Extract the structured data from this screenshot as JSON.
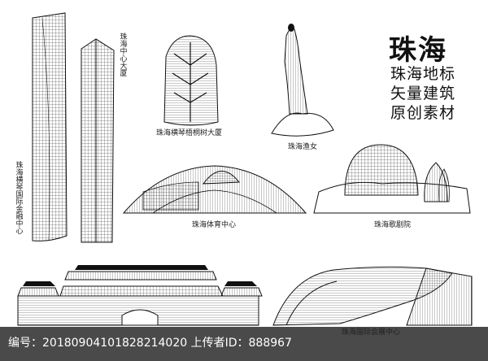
{
  "title": "珠海",
  "subtitle_lines": [
    "珠海地标",
    "矢量建筑",
    "原创素材"
  ],
  "labels": {
    "center_tower": "珠海中心大厦",
    "hengqin_tower": "珠海横琴国际金融中心",
    "wutong_building": "珠海横琴梧桐树大厦",
    "fisher_girl": "珠海渔女",
    "sports_center": "珠海体育中心",
    "opera_house": "珠海歌剧院",
    "exhibition_center": "珠海国际会展中心"
  },
  "footer": {
    "text": "编号：20180904101828214020 上传者ID：888967"
  }
}
